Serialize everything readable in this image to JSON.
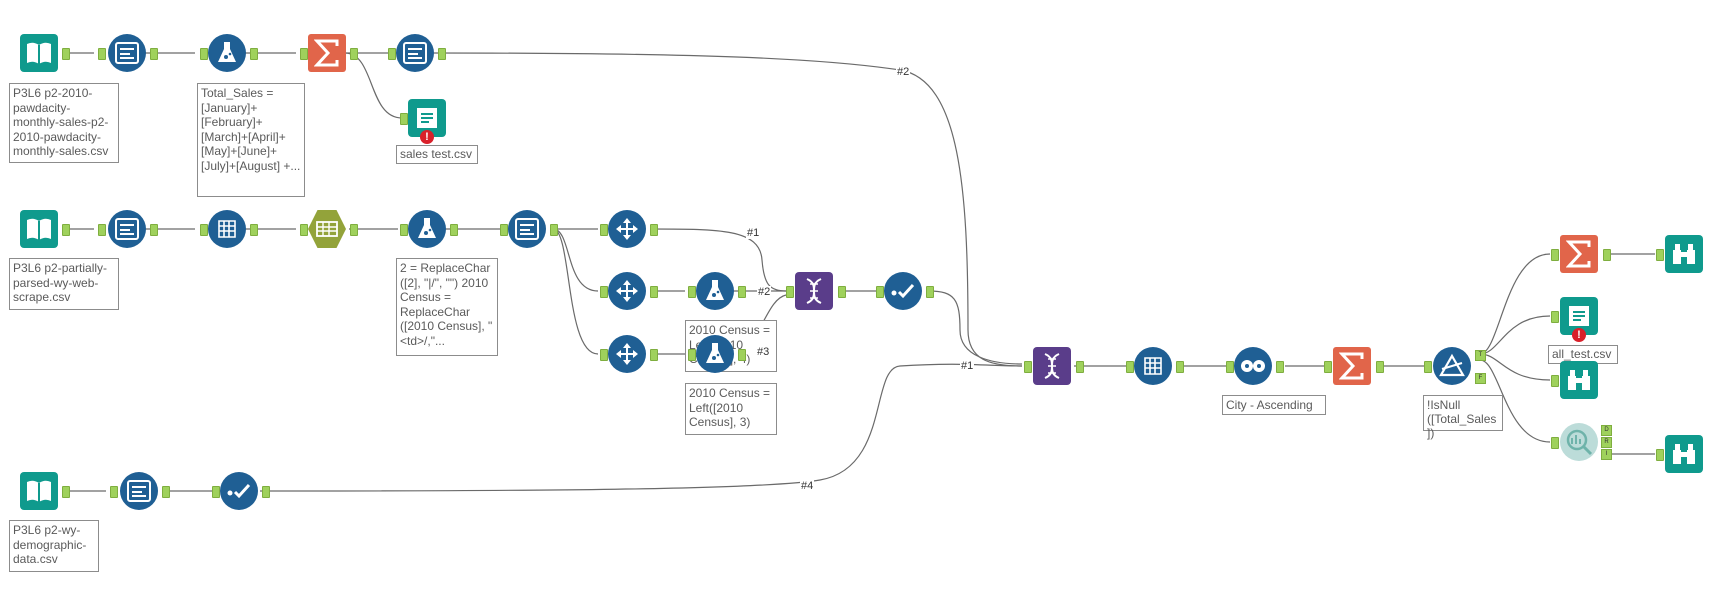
{
  "canvas": {
    "annotations": {
      "input1": "P3L6 p2-2010-pawdacity-monthly-sales-p2-2010-pawdacity-monthly-sales.csv",
      "formula_total_sales": "Total_Sales = [January]+ [February]+ [March]+[April]+ [May]+[June]+ [July]+[August] +...",
      "output_sales_test": "sales test.csv",
      "input2": "P3L6 p2-partially-parsed-wy-web-scrape.csv",
      "formula_replacechar": "2 = ReplaceChar ([2], \"|/\", \"\") 2010 Census = ReplaceChar ([2010 Census], \"<td>/,\"...",
      "formula_left4": "2010 Census = Left([2010 Census], 4)",
      "formula_left3": "2010 Census = Left([2010 Census], 3)",
      "input3": "P3L6 p2-wy-demographic-data.csv",
      "sort": "City - Ascending",
      "filter": "!IsNull ([Total_Sales])",
      "output_all_test": "all_test.csv"
    },
    "wire_labels": {
      "w2_top": "#2",
      "w1": "#1",
      "w2": "#2",
      "w3": "#3",
      "w4": "#4",
      "w1_join": "#1"
    },
    "row_tags": {
      "filter_t": "T",
      "filter_f": "F",
      "browse_d": "D",
      "browse_r": "R",
      "browse_i": "I"
    },
    "error_mark": "!",
    "colors": {
      "blue": "#1f5f94",
      "teal": "#0f9a8d",
      "orange": "#e1654a",
      "purple": "#5a3d8a",
      "olive": "#93a33a",
      "anchor": "#9fd15c"
    }
  }
}
